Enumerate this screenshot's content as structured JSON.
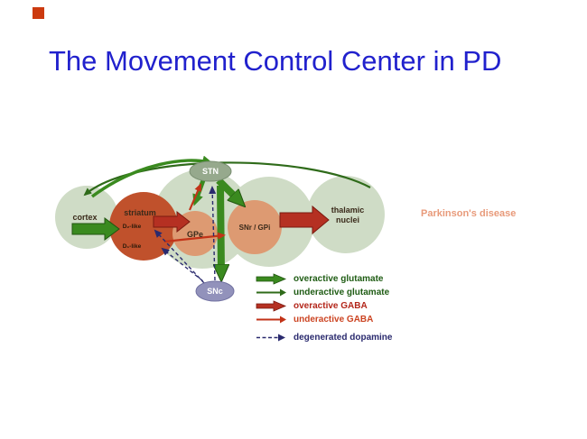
{
  "slide": {
    "title": "The Movement Control Center in PD",
    "annotation": "Parkinson's disease"
  },
  "nodes": {
    "cortex": "cortex",
    "striatum": "striatum",
    "d2": "D₂-like",
    "d1": "D₁-like",
    "gpe": "GPe",
    "snr_gpi": "SNr / GPi",
    "stn": "STN",
    "snc": "SNc",
    "thalamic1": "thalamic",
    "thalamic2": "nuclei"
  },
  "legend": {
    "items": [
      {
        "label": "overactive glutamate",
        "arrow": "thick-green-arrow",
        "color": "#3a8a1f"
      },
      {
        "label": "underactive glutamate",
        "arrow": "thin-green-arrow",
        "color": "#2f6b1a"
      },
      {
        "label": "overactive GABA",
        "arrow": "thick-red-arrow",
        "color": "#b3261a"
      },
      {
        "label": "underactive GABA",
        "arrow": "thin-red-arrow",
        "color": "#c23318"
      },
      {
        "label": "degenerated dopamine",
        "arrow": "dashed-navy-arrow",
        "color": "#2a2a6e"
      }
    ]
  },
  "colors": {
    "title_blue": "#2121cd",
    "bullet_red": "#cc3a0f",
    "node_light_green": "#cfdcc6",
    "node_salmon": "#dd9a72",
    "node_striatum": "#c0512c",
    "node_stn": "#96a98d",
    "node_snc": "#9292bb",
    "annotation_salmon": "#e89a7a"
  }
}
